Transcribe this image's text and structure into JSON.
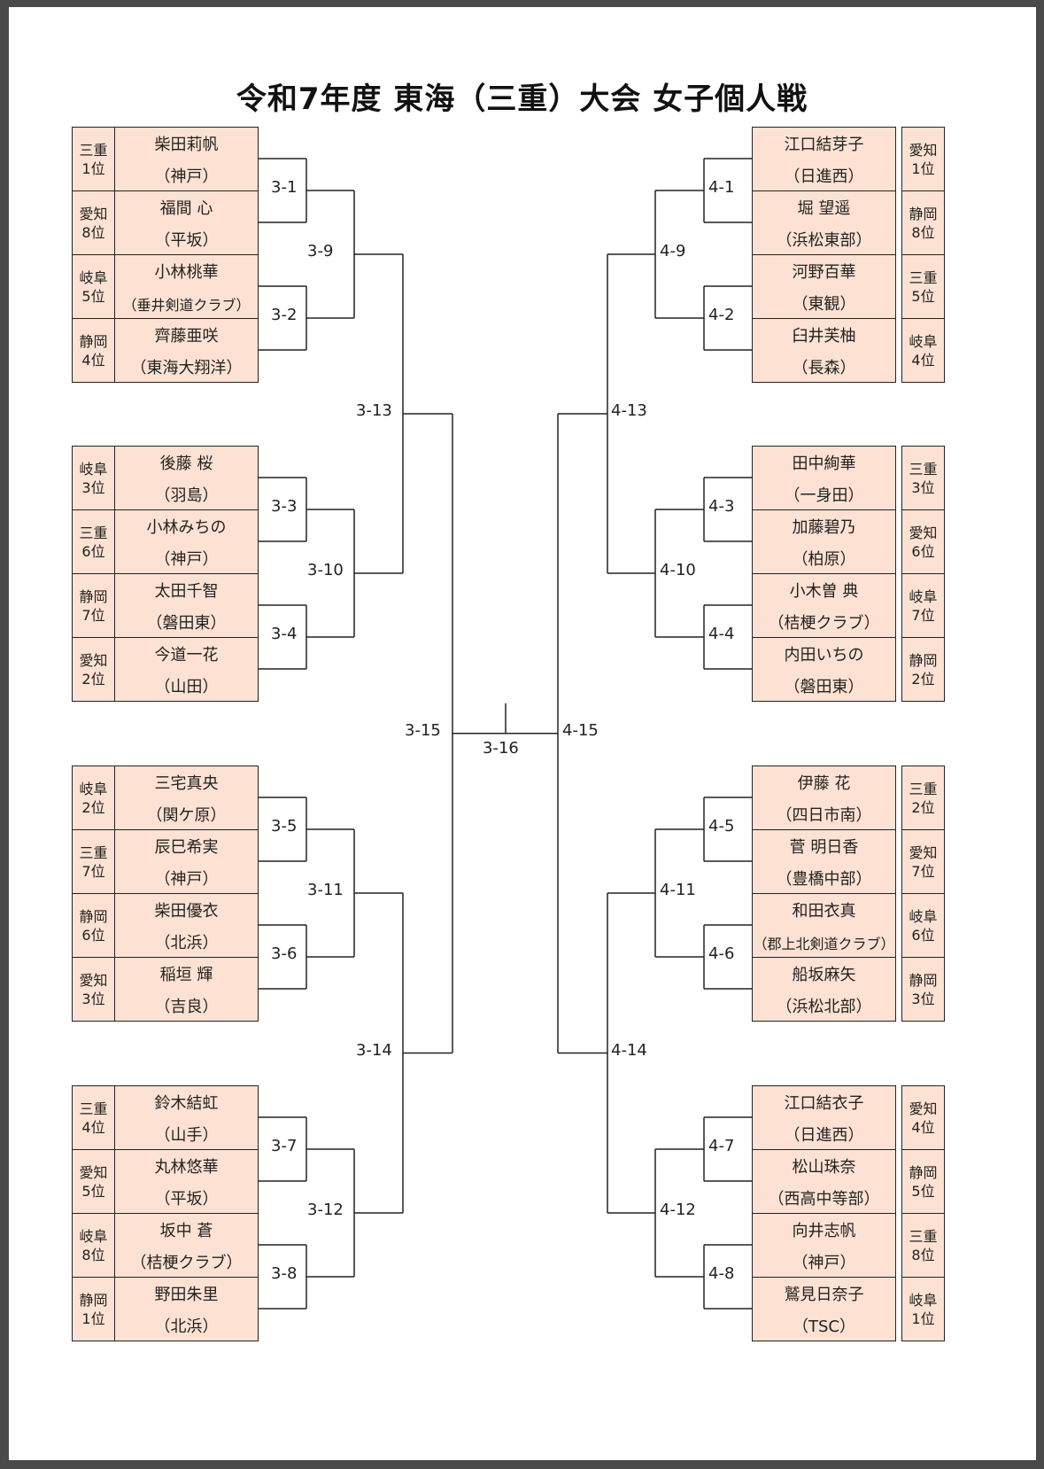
{
  "title": "令和7年度 東海（三重）大会 女子個人戦",
  "left": [
    {
      "pref": "三重",
      "rank": "1位",
      "name": "柴田莉帆",
      "school": "（神戸）"
    },
    {
      "pref": "愛知",
      "rank": "8位",
      "name": "福間 心",
      "school": "（平坂）"
    },
    {
      "pref": "岐阜",
      "rank": "5位",
      "name": "小林桃華",
      "school": "（垂井剣道クラブ）"
    },
    {
      "pref": "静岡",
      "rank": "4位",
      "name": "齊藤亜咲",
      "school": "（東海大翔洋）"
    },
    {
      "pref": "岐阜",
      "rank": "3位",
      "name": "後藤 桜",
      "school": "（羽島）"
    },
    {
      "pref": "三重",
      "rank": "6位",
      "name": "小林みちの",
      "school": "（神戸）"
    },
    {
      "pref": "静岡",
      "rank": "7位",
      "name": "太田千智",
      "school": "（磐田東）"
    },
    {
      "pref": "愛知",
      "rank": "2位",
      "name": "今道一花",
      "school": "（山田）"
    },
    {
      "pref": "岐阜",
      "rank": "2位",
      "name": "三宅真央",
      "school": "（関ケ原）"
    },
    {
      "pref": "三重",
      "rank": "7位",
      "name": "辰巳希実",
      "school": "（神戸）"
    },
    {
      "pref": "静岡",
      "rank": "6位",
      "name": "柴田優衣",
      "school": "（北浜）"
    },
    {
      "pref": "愛知",
      "rank": "3位",
      "name": "稲垣 輝",
      "school": "（吉良）"
    },
    {
      "pref": "三重",
      "rank": "4位",
      "name": "鈴木結虹",
      "school": "（山手）"
    },
    {
      "pref": "愛知",
      "rank": "5位",
      "name": "丸林悠華",
      "school": "（平坂）"
    },
    {
      "pref": "岐阜",
      "rank": "8位",
      "name": "坂中 蒼",
      "school": "（桔梗クラブ）"
    },
    {
      "pref": "静岡",
      "rank": "1位",
      "name": "野田朱里",
      "school": "（北浜）"
    }
  ],
  "right": [
    {
      "pref": "愛知",
      "rank": "1位",
      "name": "江口結芽子",
      "school": "（日進西）"
    },
    {
      "pref": "静岡",
      "rank": "8位",
      "name": "堀 望遥",
      "school": "（浜松東部）"
    },
    {
      "pref": "三重",
      "rank": "5位",
      "name": "河野百華",
      "school": "（東観）"
    },
    {
      "pref": "岐阜",
      "rank": "4位",
      "name": "臼井芙柚",
      "school": "（長森）"
    },
    {
      "pref": "三重",
      "rank": "3位",
      "name": "田中絢華",
      "school": "（一身田）"
    },
    {
      "pref": "愛知",
      "rank": "6位",
      "name": "加藤碧乃",
      "school": "（柏原）"
    },
    {
      "pref": "岐阜",
      "rank": "7位",
      "name": "小木曽 典",
      "school": "（桔梗クラブ）"
    },
    {
      "pref": "静岡",
      "rank": "2位",
      "name": "内田いちの",
      "school": "（磐田東）"
    },
    {
      "pref": "三重",
      "rank": "2位",
      "name": "伊藤 花",
      "school": "（四日市南）"
    },
    {
      "pref": "愛知",
      "rank": "7位",
      "name": "菅 明日香",
      "school": "（豊橋中部）"
    },
    {
      "pref": "岐阜",
      "rank": "6位",
      "name": "和田衣真",
      "school": "（郡上北剣道クラブ）"
    },
    {
      "pref": "静岡",
      "rank": "3位",
      "name": "船坂麻矢",
      "school": "（浜松北部）"
    },
    {
      "pref": "愛知",
      "rank": "4位",
      "name": "江口結衣子",
      "school": "（日進西）"
    },
    {
      "pref": "静岡",
      "rank": "5位",
      "name": "松山珠奈",
      "school": "（西高中等部）"
    },
    {
      "pref": "三重",
      "rank": "8位",
      "name": "向井志帆",
      "school": "（神戸）"
    },
    {
      "pref": "岐阜",
      "rank": "1位",
      "name": "鷲見日奈子",
      "school": "（TSC）"
    }
  ],
  "match_labels": {
    "left_r1": [
      "3-1",
      "3-2",
      "3-3",
      "3-4",
      "3-5",
      "3-6",
      "3-7",
      "3-8"
    ],
    "left_r2": [
      "3-9",
      "3-10",
      "3-11",
      "3-12"
    ],
    "left_r3": [
      "3-13",
      "3-14"
    ],
    "left_r4": "3-15",
    "final": "3-16",
    "right_r1": [
      "4-1",
      "4-2",
      "4-3",
      "4-4",
      "4-5",
      "4-6",
      "4-7",
      "4-8"
    ],
    "right_r2": [
      "4-9",
      "4-10",
      "4-11",
      "4-12"
    ],
    "right_r3": [
      "4-13",
      "4-14"
    ],
    "right_r4": "4-15"
  }
}
